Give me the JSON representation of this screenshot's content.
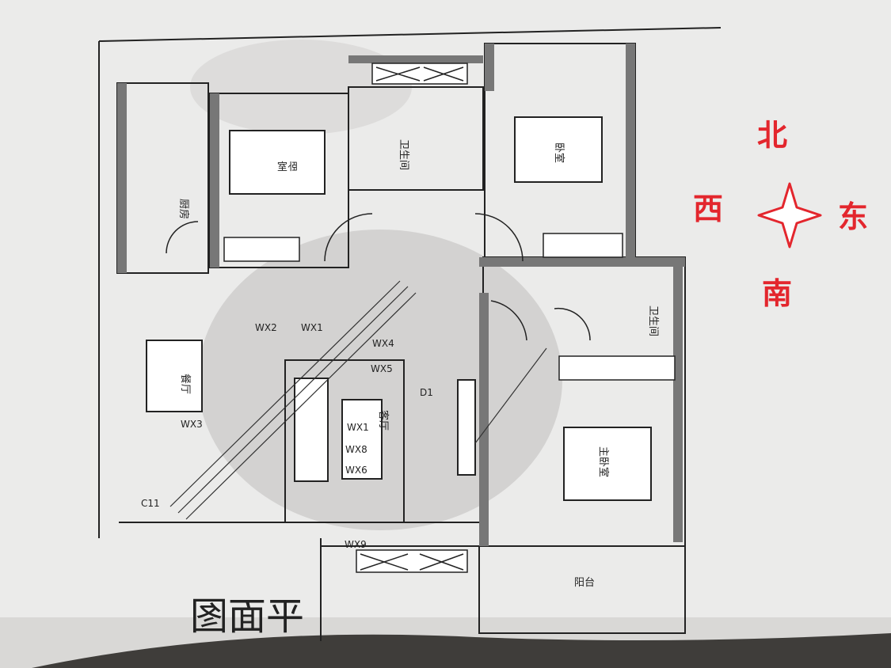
{
  "compass": {
    "north": "北",
    "south": "南",
    "east": "东",
    "west": "西",
    "color": "#e3262d"
  },
  "plan": {
    "title": "平面图",
    "rooms": {
      "bedroom_nw": "卧室",
      "bedroom_ne": "卧室",
      "kitchen": "厨房",
      "bathroom_n": "卫生间",
      "bathroom_e": "卫生间",
      "dining": "餐厅",
      "living": "客厅",
      "master_bedroom": "主卧室",
      "balcony": "阳台"
    },
    "marks": {
      "wx1": "WX1",
      "wx2": "WX2",
      "wx3": "WX3",
      "wx4": "WX4",
      "wx5": "WX5",
      "wx6": "WX6",
      "wx8": "WX8",
      "wx9": "WX9",
      "wx1_main": "WX1",
      "d1": "D1",
      "c11": "C11"
    }
  }
}
